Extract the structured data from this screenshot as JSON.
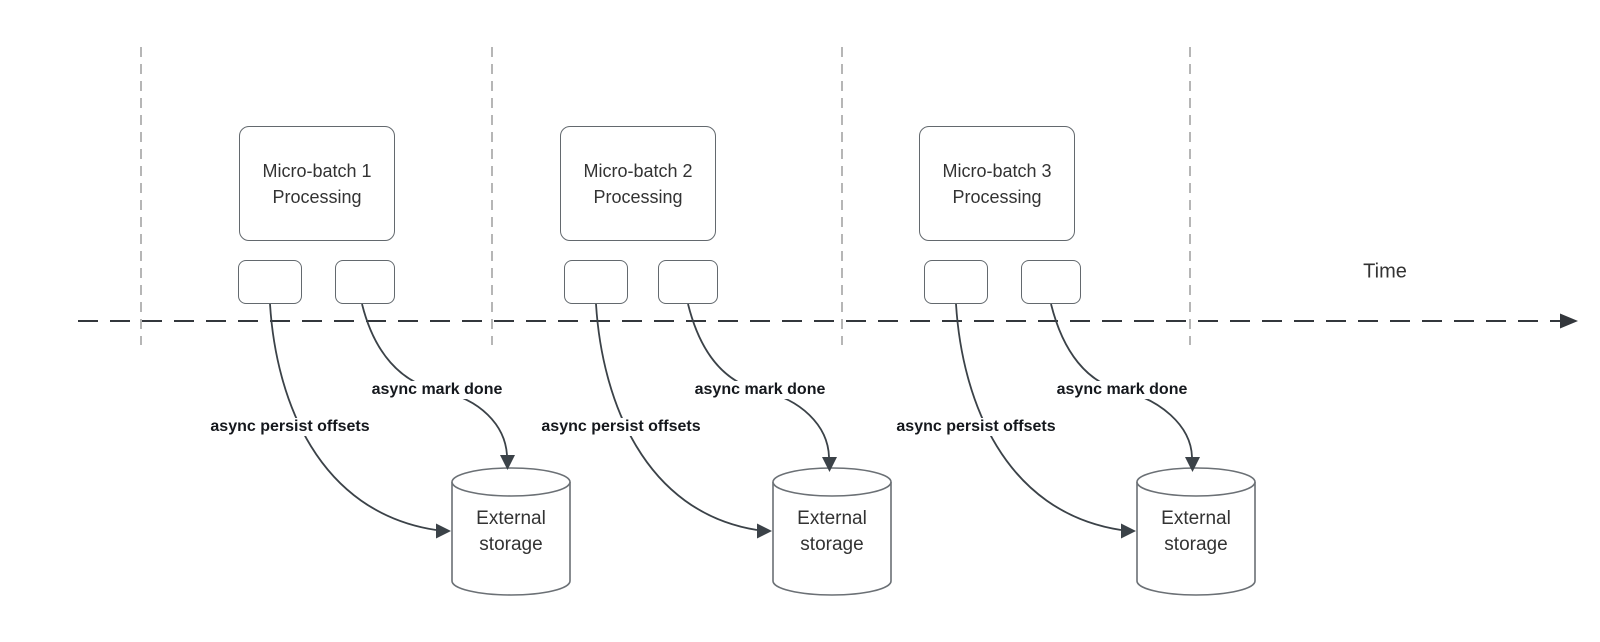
{
  "diagram": {
    "time_axis": {
      "label": "Time"
    },
    "sections": [
      {
        "batch_title": "Micro-batch 1\nProcessing",
        "persist_arrow_label": "async persist offsets",
        "mark_done_arrow_label": "async mark done",
        "storage_title": "External\nstorage"
      },
      {
        "batch_title": "Micro-batch 2\nProcessing",
        "persist_arrow_label": "async persist offsets",
        "mark_done_arrow_label": "async mark done",
        "storage_title": "External\nstorage"
      },
      {
        "batch_title": "Micro-batch 3\nProcessing",
        "persist_arrow_label": "async persist offsets",
        "mark_done_arrow_label": "async mark done",
        "storage_title": "External\nstorage"
      }
    ],
    "colors": {
      "background": "#ffffff",
      "shape_stroke": "#63696e",
      "cylinder_stroke": "#6b7075",
      "arrow": "#3b4248",
      "timeline": "#33373c",
      "grid_line": "#9e9e9e",
      "shape_text": "#333333",
      "arrow_label_text": "#15181d"
    }
  }
}
